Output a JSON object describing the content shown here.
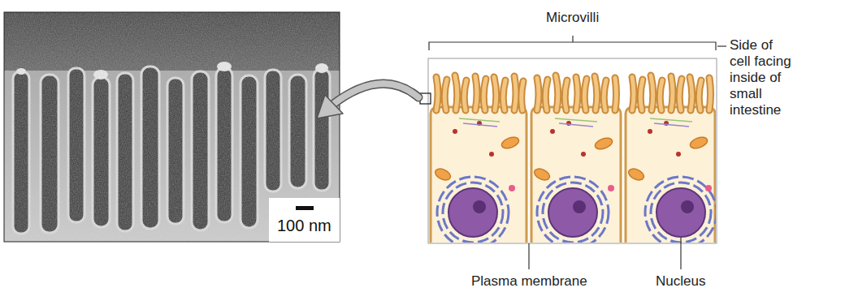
{
  "diagram": {
    "nodes": [
      {
        "text": [
          "100 nm"
        ]
      }
    ],
    "labels": [
      "Microvilli",
      "Side of cell facing inside of small intestine",
      "Plasma membrane",
      "Nucleus"
    ]
  }
}
